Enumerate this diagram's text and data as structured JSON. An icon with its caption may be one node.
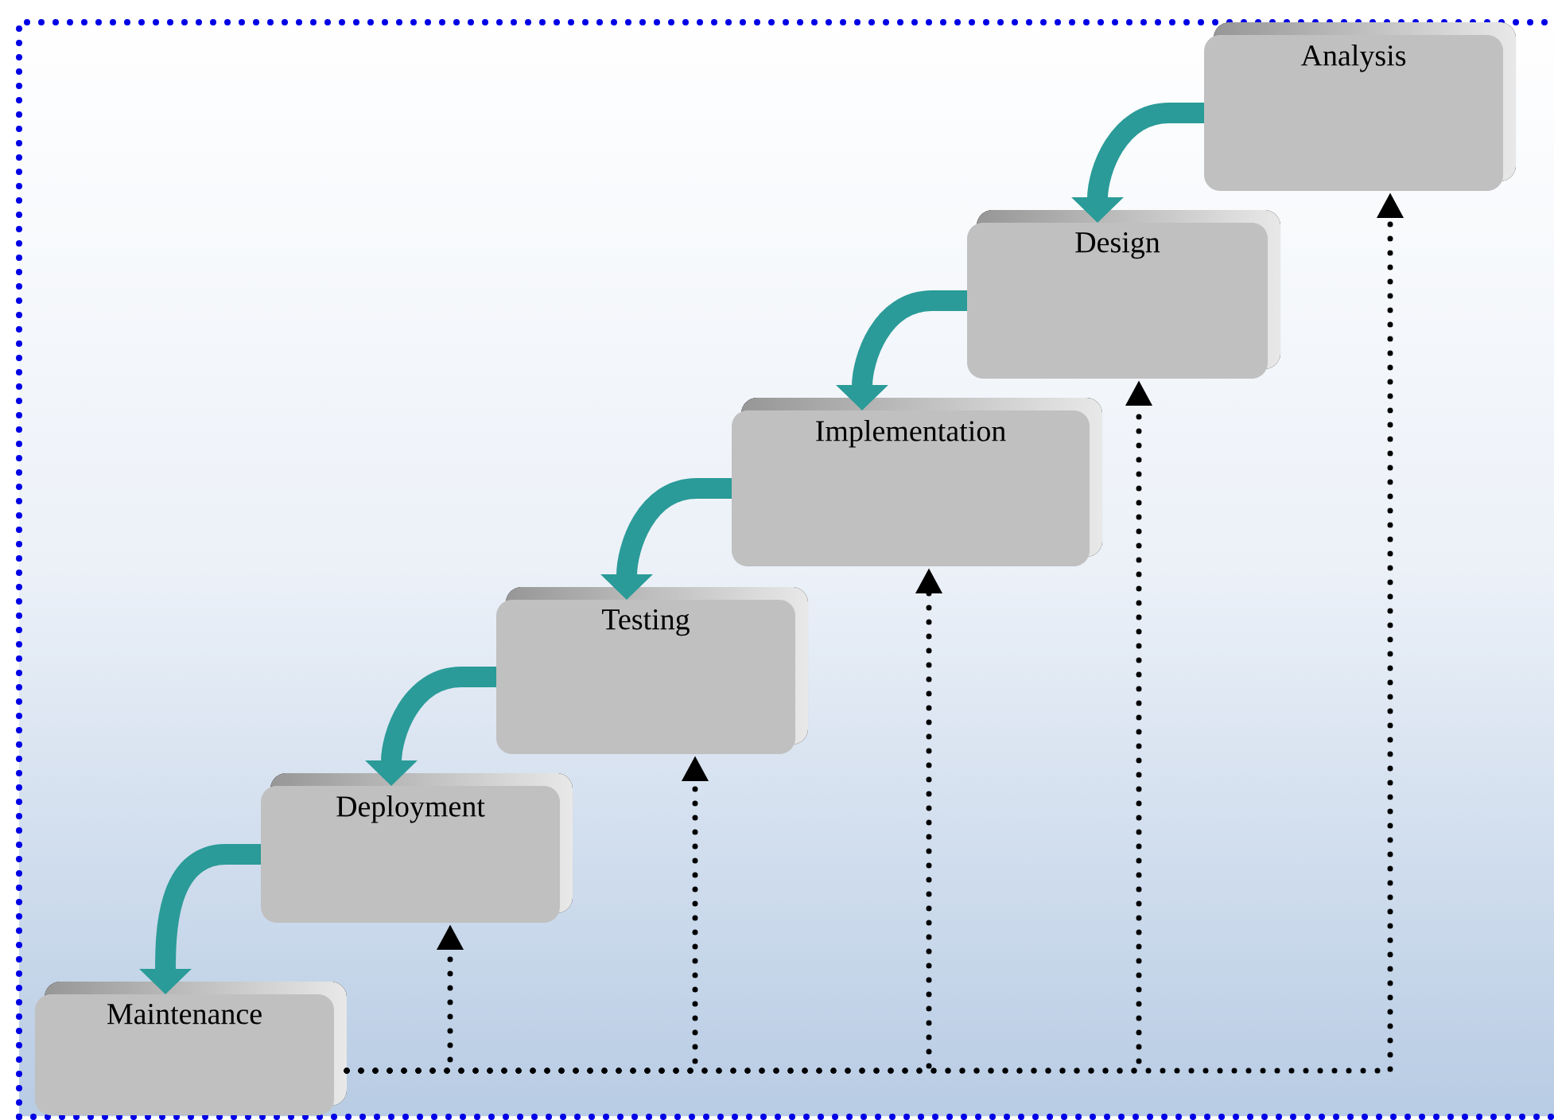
{
  "diagram": {
    "nodes": [
      {
        "text": [
          "Analysis"
        ]
      },
      {
        "text": [
          "Design"
        ]
      },
      {
        "text": [
          "Implementation"
        ]
      },
      {
        "text": [
          "Testing"
        ]
      },
      {
        "text": [
          "Deployment"
        ]
      },
      {
        "text": [
          "Maintenance"
        ]
      }
    ],
    "edges": [
      {
        "from": 0,
        "to": 1,
        "arrow": "to",
        "style": "thick",
        "color": "#2a9b98"
      },
      {
        "from": 1,
        "to": 2,
        "arrow": "to",
        "style": "thick",
        "color": "#2a9b98"
      },
      {
        "from": 2,
        "to": 3,
        "arrow": "to",
        "style": "thick",
        "color": "#2a9b98"
      },
      {
        "from": 3,
        "to": 4,
        "arrow": "to",
        "style": "thick",
        "color": "#2a9b98"
      },
      {
        "from": 4,
        "to": 5,
        "arrow": "to",
        "style": "thick",
        "color": "#2a9b98"
      },
      {
        "from": 5,
        "to": 4,
        "arrow": "to",
        "style": "dashed",
        "color": "#000000"
      },
      {
        "from": 5,
        "to": 3,
        "arrow": "to",
        "style": "dashed",
        "color": "#000000"
      },
      {
        "from": 5,
        "to": 2,
        "arrow": "to",
        "style": "dashed",
        "color": "#000000"
      },
      {
        "from": 5,
        "to": 1,
        "arrow": "to",
        "style": "dashed",
        "color": "#000000"
      },
      {
        "from": 5,
        "to": 0,
        "arrow": "to",
        "style": "dashed",
        "color": "#000000"
      }
    ]
  }
}
